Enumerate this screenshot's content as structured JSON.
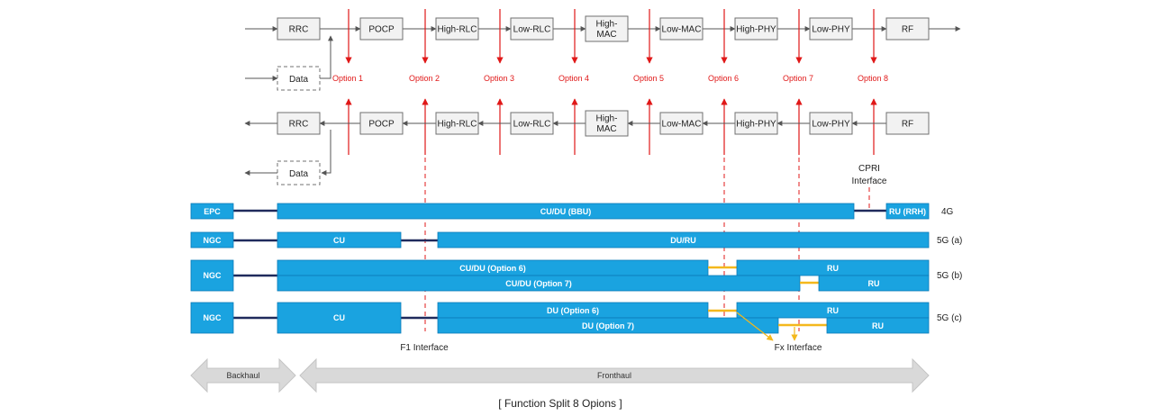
{
  "blocks_top": [
    "RRC",
    "POCP",
    "High-RLC",
    "Low-RLC",
    "High-MAC",
    "Low-MAC",
    "High-PHY",
    "Low-PHY",
    "RF"
  ],
  "data_block": "Data",
  "options": [
    "Option 1",
    "Option 2",
    "Option 3",
    "Option 4",
    "Option 5",
    "Option 6",
    "Option 7",
    "Option 8"
  ],
  "cpri_label": [
    "CPRI",
    "Interface"
  ],
  "rows": {
    "r4g": {
      "label": "4G",
      "core": "EPC",
      "cudu": "CU/DU (BBU)",
      "ru": "RU (RRH)"
    },
    "r5ga": {
      "label": "5G (a)",
      "core": "NGC",
      "cu": "CU",
      "duru": "DU/RU"
    },
    "r5gb": {
      "label": "5G (b)",
      "core": "NGC",
      "cudu6": "CU/DU (Option 6)",
      "ru6": "RU",
      "cudu7": "CU/DU (Option 7)",
      "ru7": "RU"
    },
    "r5gc": {
      "label": "5G (c)",
      "core": "NGC",
      "cu": "CU",
      "du6": "DU (Option 6)",
      "ru6": "RU",
      "du7": "DU (Option 7)",
      "ru7": "RU"
    }
  },
  "f1_label": "F1 Interface",
  "fx_label": "Fx Interface",
  "backhaul": "Backhaul",
  "fronthaul": "Fronthaul",
  "caption": "[ Function Split 8 Opions ]"
}
